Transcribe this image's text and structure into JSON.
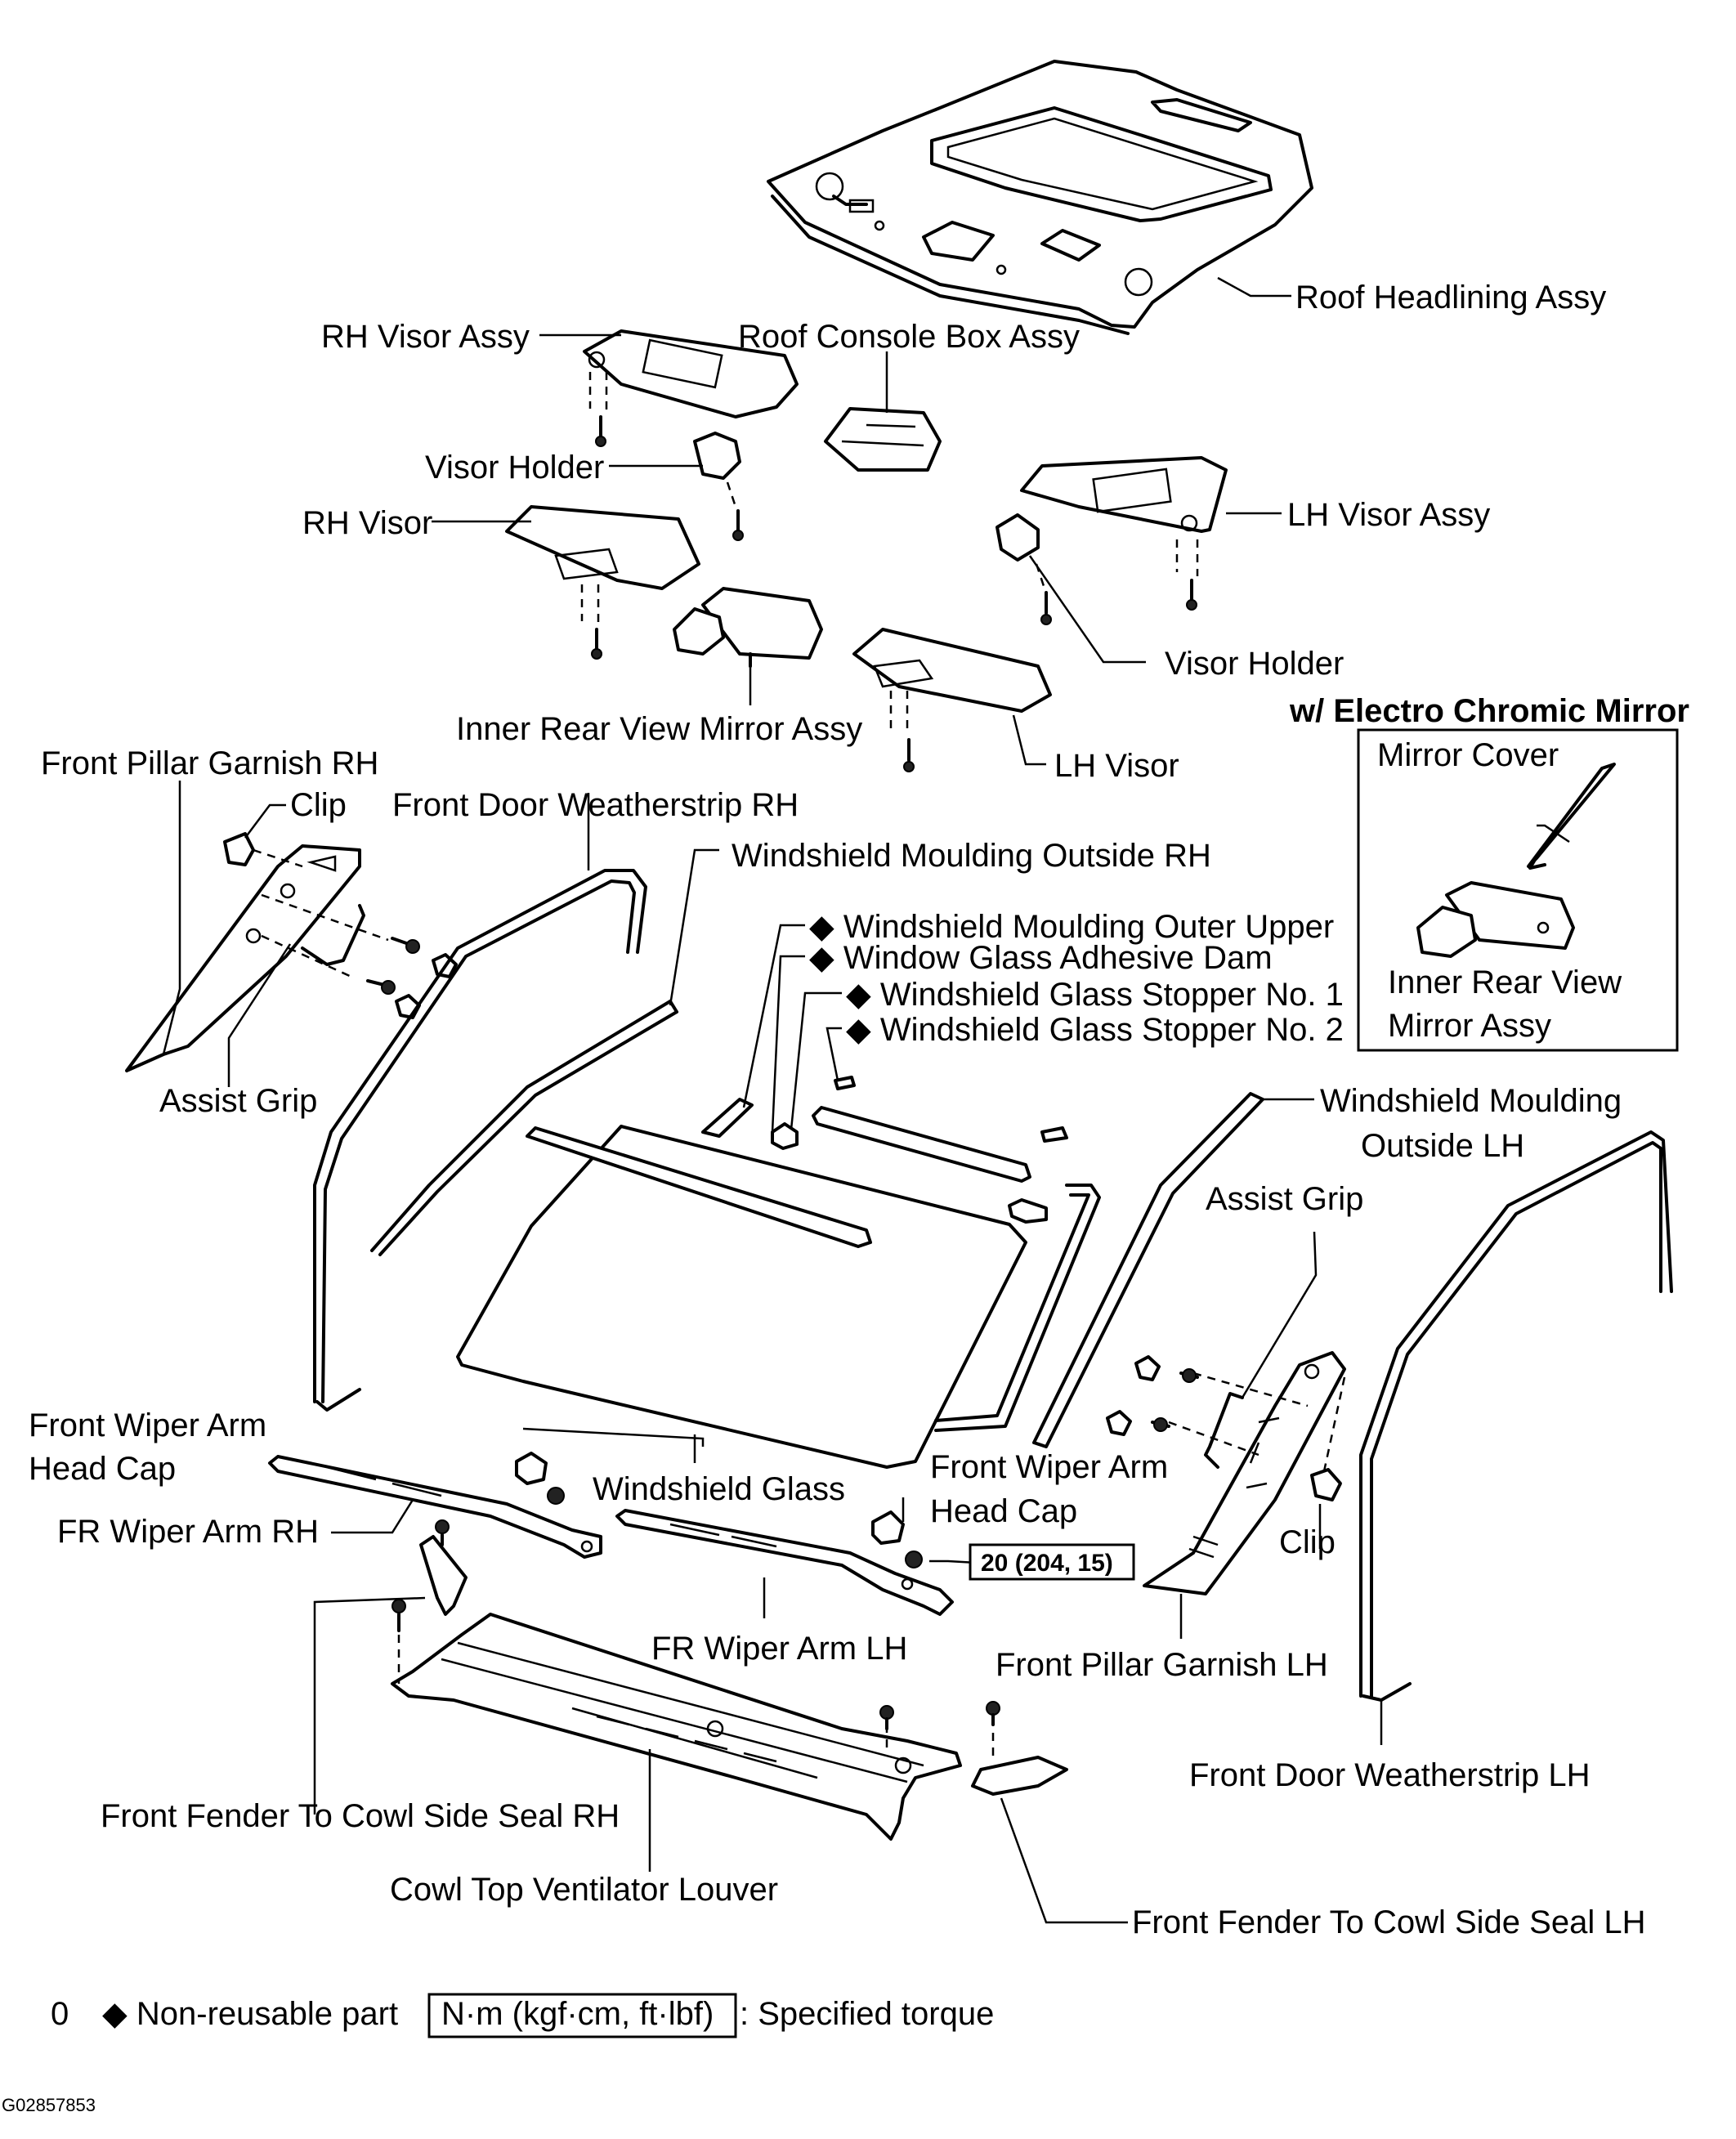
{
  "labels": {
    "roof_headlining_assy": "Roof Headlining Assy",
    "rh_visor_assy": "RH Visor Assy",
    "roof_console_box_assy": "Roof Console Box Assy",
    "visor_holder_rh": "Visor Holder",
    "lh_visor_assy": "LH Visor Assy",
    "rh_visor": "RH Visor",
    "visor_holder_lh": "Visor Holder",
    "inner_rear_view_mirror_assy": "Inner Rear View Mirror Assy",
    "lh_visor": "LH Visor",
    "electro_chromic_heading": "w/ Electro Chromic Mirror",
    "mirror_cover": "Mirror Cover",
    "ec_mirror_line1": "Inner Rear View",
    "ec_mirror_line2": "Mirror Assy",
    "front_pillar_garnish_rh": "Front Pillar Garnish RH",
    "clip_rh": "Clip",
    "front_door_weatherstrip_rh": "Front Door Weatherstrip RH",
    "windshield_moulding_outside_rh": "Windshield Moulding Outside RH",
    "windshield_moulding_outer_upper": "◆ Windshield Moulding Outer Upper",
    "window_glass_adhesive_dam": "◆ Window Glass Adhesive Dam",
    "windshield_glass_stopper_1": "◆ Windshield Glass Stopper No. 1",
    "windshield_glass_stopper_2": "◆ Windshield Glass Stopper No. 2",
    "assist_grip_rh": "Assist Grip",
    "windshield_moulding_outside_lh_1": "Windshield Moulding",
    "windshield_moulding_outside_lh_2": "Outside LH",
    "assist_grip_lh": "Assist Grip",
    "front_wiper_arm_head_cap_rh_1": "Front Wiper Arm",
    "front_wiper_arm_head_cap_rh_2": "Head Cap",
    "windshield_glass": "Windshield Glass",
    "front_wiper_arm_head_cap_lh_1": "Front Wiper Arm",
    "front_wiper_arm_head_cap_lh_2": "Head Cap",
    "fr_wiper_arm_rh": "FR Wiper Arm RH",
    "torque_value": "20 (204, 15)",
    "clip_lh": "Clip",
    "fr_wiper_arm_lh": "FR Wiper Arm LH",
    "front_pillar_garnish_lh": "Front Pillar Garnish LH",
    "front_door_weatherstrip_lh": "Front Door Weatherstrip LH",
    "front_fender_cowl_seal_rh": "Front Fender To Cowl Side Seal RH",
    "cowl_top_ventilator_louver": "Cowl Top Ventilator Louver",
    "front_fender_cowl_seal_lh": "Front Fender To Cowl Side Seal LH"
  },
  "legend": {
    "prefix": "0",
    "non_reusable": "◆ Non-reusable part",
    "torque_unit": "N·m (kgf·cm, ft·lbf)",
    "specified_torque": ": Specified torque"
  },
  "figure_code": "G02857853"
}
